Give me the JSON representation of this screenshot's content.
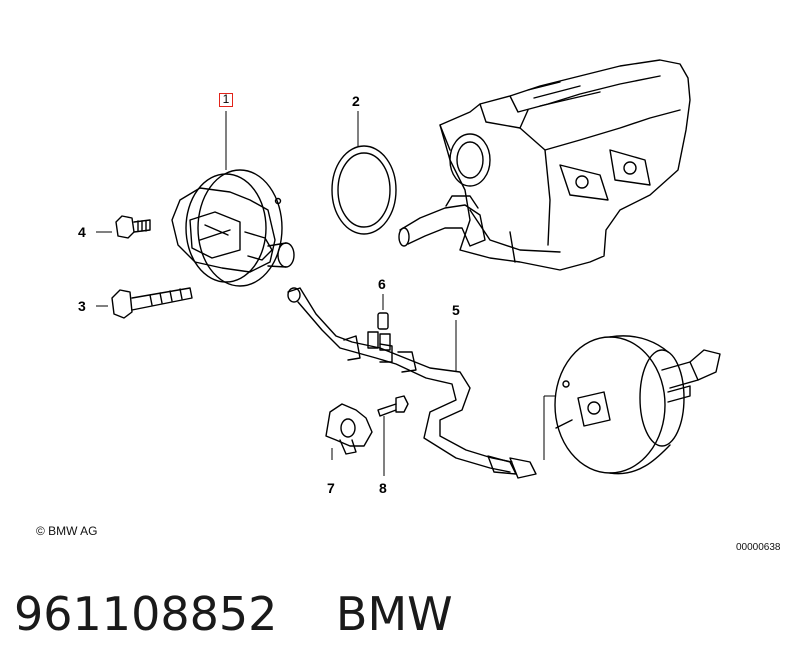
{
  "diagram": {
    "callouts": {
      "c1": "1",
      "c2": "2",
      "c3": "3",
      "c4": "4",
      "c5": "5",
      "c6": "6",
      "c7": "7",
      "c8": "8"
    },
    "highlight_color": "#e2231a",
    "copyright": "© BMW AG",
    "reference_number": "00000638"
  },
  "footer": {
    "part_number": "961108852",
    "brand": "BMW"
  }
}
